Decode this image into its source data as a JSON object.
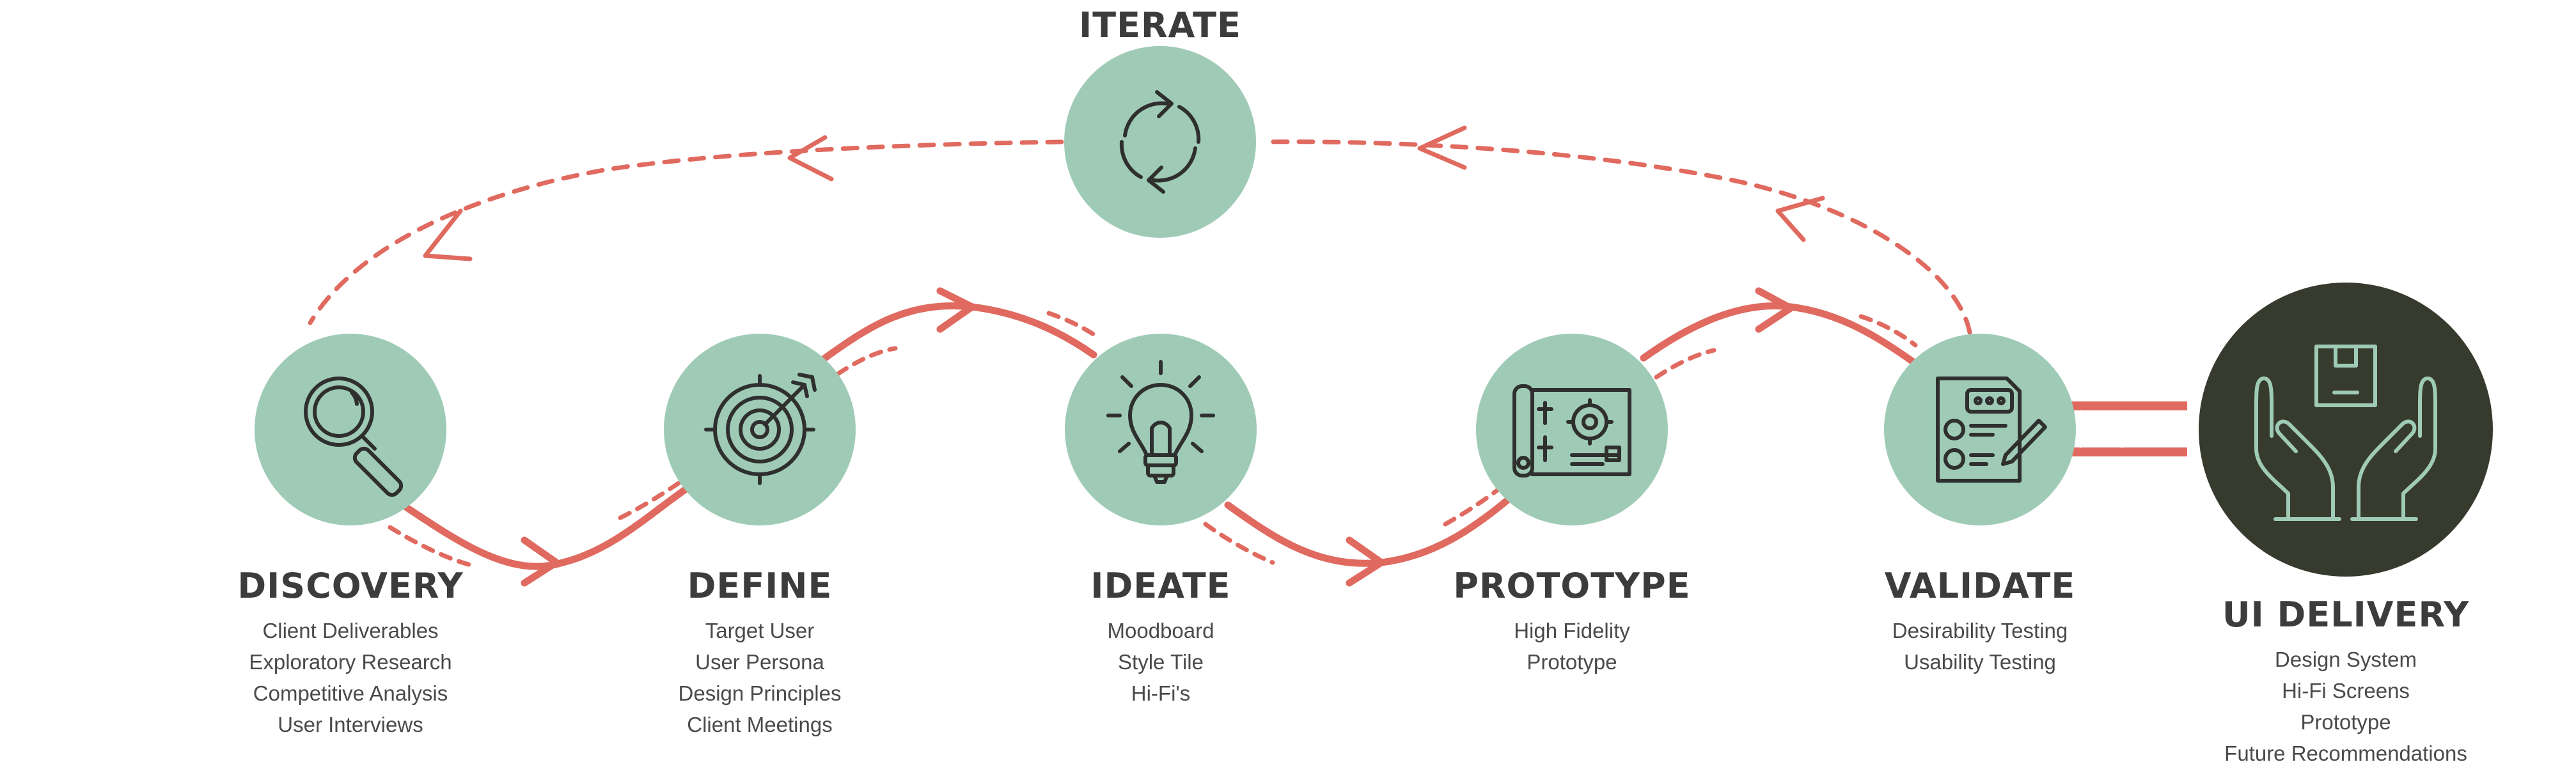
{
  "colors": {
    "circle_fill": "#9fcbb6",
    "dark_circle_fill": "#363b2d",
    "arrow": "#e06a5f",
    "icon_stroke": "#2f2f2f",
    "dark_icon_stroke": "#9fcbb6"
  },
  "iterate": {
    "title": "ITERATE",
    "icon": "cycle-arrows-icon"
  },
  "stages": [
    {
      "title": "DISCOVERY",
      "icon": "magnifier-icon",
      "items": [
        "Client Deliverables",
        "Exploratory Research",
        "Competitive Analysis",
        "User Interviews"
      ]
    },
    {
      "title": "DEFINE",
      "icon": "target-icon",
      "items": [
        "Target User",
        "User Persona",
        "Design Principles",
        "Client Meetings"
      ]
    },
    {
      "title": "IDEATE",
      "icon": "lightbulb-icon",
      "items": [
        "Moodboard",
        "Style Tile",
        "Hi-Fi's"
      ]
    },
    {
      "title": "PROTOTYPE",
      "icon": "blueprint-icon",
      "items": [
        "High Fidelity",
        "Prototype"
      ]
    },
    {
      "title": "VALIDATE",
      "icon": "checklist-icon",
      "items": [
        "Desirability Testing",
        "Usability Testing"
      ]
    }
  ],
  "delivery": {
    "title": "UI DELIVERY",
    "icon": "hands-box-icon",
    "items": [
      "Design System",
      "Hi-Fi Screens",
      "Prototype",
      "Future Recommendations"
    ]
  }
}
